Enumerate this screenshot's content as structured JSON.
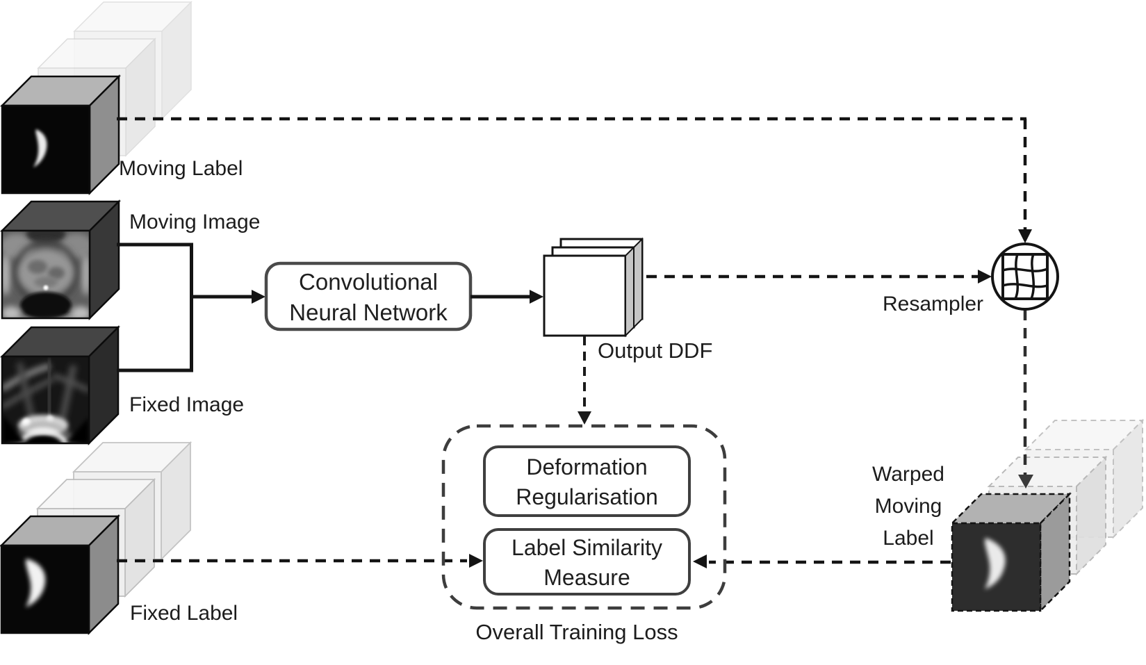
{
  "labels": {
    "moving_label": "Moving Label",
    "moving_image": "Moving Image",
    "fixed_image": "Fixed Image",
    "fixed_label": "Fixed Label",
    "output_ddf": "Output DDF",
    "resampler": "Resampler",
    "warped_moving_label": {
      "lines": [
        "Warped",
        "Moving",
        "Label"
      ]
    },
    "overall_training_loss": "Overall Training Loss"
  },
  "nodes": {
    "cnn": {
      "lines": [
        "Convolutional",
        "Neural Network"
      ]
    },
    "deformation_regularisation": {
      "lines": [
        "Deformation",
        "Regularisation"
      ]
    },
    "label_similarity_measure": {
      "lines": [
        "Label Similarity",
        "Measure"
      ]
    }
  },
  "connections": [
    "Moving Image + Fixed Image -> Convolutional Neural Network (solid arrow)",
    "Convolutional Neural Network -> Output DDF (solid arrow)",
    "Output DDF -> Resampler (dashed arrow)",
    "Moving Label -> Resampler (dashed arrow)",
    "Resampler -> Warped Moving Label (dashed arrow)",
    "Output DDF -> Overall Training Loss (dashed arrow)",
    "Fixed Label -> Label Similarity Measure (dashed arrow)",
    "Warped Moving Label -> Label Similarity Measure (dashed arrow)"
  ],
  "colors": {
    "background": "#ffffff",
    "line": "#141414",
    "dashed_container": "#3d3d3d",
    "node_border": "#4a4a4a",
    "text": "#1c1c1c",
    "cube_top_gray": "#b3b3b3",
    "cube_side_gray": "#8f8f8f",
    "ghost_face": "#f1f1f1",
    "label_cube_face": "#050505",
    "warped_cube_face": "#2d2d2d"
  }
}
